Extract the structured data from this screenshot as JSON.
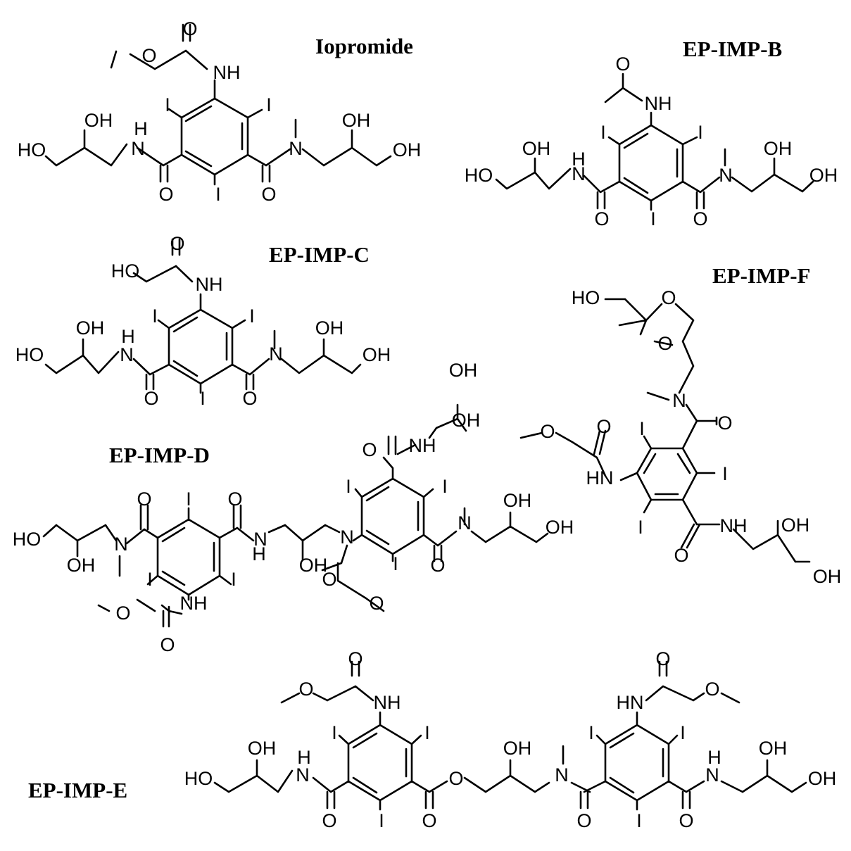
{
  "compounds": [
    {
      "id": "iopromide",
      "name": "Iopromide",
      "atoms": [
        {
          "label": "O"
        },
        {
          "label": "O"
        },
        {
          "label": "NH"
        },
        {
          "label": "I"
        },
        {
          "label": "I"
        },
        {
          "label": "OH"
        },
        {
          "label": "H"
        },
        {
          "label": "N"
        },
        {
          "label": "HO"
        },
        {
          "label": "N"
        },
        {
          "label": "OH"
        },
        {
          "label": "OH"
        },
        {
          "label": "O"
        },
        {
          "label": "I"
        },
        {
          "label": "O"
        }
      ]
    },
    {
      "id": "ep-imp-b",
      "name": "EP-IMP-B",
      "atoms": [
        {
          "label": "O"
        },
        {
          "label": "NH"
        },
        {
          "label": "I"
        },
        {
          "label": "I"
        },
        {
          "label": "OH"
        },
        {
          "label": "HO"
        },
        {
          "label": "N"
        },
        {
          "label": "H"
        },
        {
          "label": "N"
        },
        {
          "label": "OH"
        },
        {
          "label": "OH"
        },
        {
          "label": "O"
        },
        {
          "label": "I"
        },
        {
          "label": "O"
        }
      ]
    },
    {
      "id": "ep-imp-c",
      "name": "EP-IMP-C",
      "atoms": [
        {
          "label": "O"
        },
        {
          "label": "HO"
        },
        {
          "label": "NH"
        },
        {
          "label": "I"
        },
        {
          "label": "I"
        },
        {
          "label": "OH"
        },
        {
          "label": "H"
        },
        {
          "label": "N"
        },
        {
          "label": "HO"
        },
        {
          "label": "N"
        },
        {
          "label": "OH"
        },
        {
          "label": "OH"
        },
        {
          "label": "O"
        },
        {
          "label": "I"
        },
        {
          "label": "O"
        }
      ]
    },
    {
      "id": "ep-imp-f",
      "name": "EP-IMP-F",
      "atoms": [
        {
          "label": "HO"
        },
        {
          "label": "O"
        },
        {
          "label": "O"
        },
        {
          "label": "N"
        },
        {
          "label": "O"
        },
        {
          "label": "O"
        },
        {
          "label": "O"
        },
        {
          "label": "I"
        },
        {
          "label": "I"
        },
        {
          "label": "HN"
        },
        {
          "label": "I"
        },
        {
          "label": "NH"
        },
        {
          "label": "OH"
        },
        {
          "label": "O"
        },
        {
          "label": "OH"
        }
      ]
    },
    {
      "id": "ep-imp-d",
      "name": "EP-IMP-D",
      "atoms": [
        {
          "label": "OH"
        },
        {
          "label": "OH"
        },
        {
          "label": "O"
        },
        {
          "label": "NH"
        },
        {
          "label": "I"
        },
        {
          "label": "I"
        },
        {
          "label": "N"
        },
        {
          "label": "OH"
        },
        {
          "label": "OH"
        },
        {
          "label": "O"
        },
        {
          "label": "O"
        },
        {
          "label": "I"
        },
        {
          "label": "HO"
        },
        {
          "label": "N"
        },
        {
          "label": "N"
        },
        {
          "label": "H"
        },
        {
          "label": "N"
        },
        {
          "label": "OH"
        },
        {
          "label": "OH"
        },
        {
          "label": "O"
        },
        {
          "label": "I"
        },
        {
          "label": "O"
        },
        {
          "label": "I"
        },
        {
          "label": "I"
        },
        {
          "label": "O"
        },
        {
          "label": "NH"
        },
        {
          "label": "O"
        },
        {
          "label": "O"
        }
      ]
    },
    {
      "id": "ep-imp-e",
      "name": "EP-IMP-E",
      "atoms": [
        {
          "label": "O"
        },
        {
          "label": "O"
        },
        {
          "label": "O"
        },
        {
          "label": "O"
        },
        {
          "label": "NH"
        },
        {
          "label": "HN"
        },
        {
          "label": "I"
        },
        {
          "label": "I"
        },
        {
          "label": "I"
        },
        {
          "label": "I"
        },
        {
          "label": "OH"
        },
        {
          "label": "OH"
        },
        {
          "label": "OH"
        },
        {
          "label": "H"
        },
        {
          "label": "N"
        },
        {
          "label": "H"
        },
        {
          "label": "HO"
        },
        {
          "label": "N"
        },
        {
          "label": "O"
        },
        {
          "label": "N"
        },
        {
          "label": "OH"
        },
        {
          "label": "O"
        },
        {
          "label": "I"
        },
        {
          "label": "O"
        },
        {
          "label": "O"
        },
        {
          "label": "I"
        },
        {
          "label": "O"
        }
      ]
    }
  ]
}
